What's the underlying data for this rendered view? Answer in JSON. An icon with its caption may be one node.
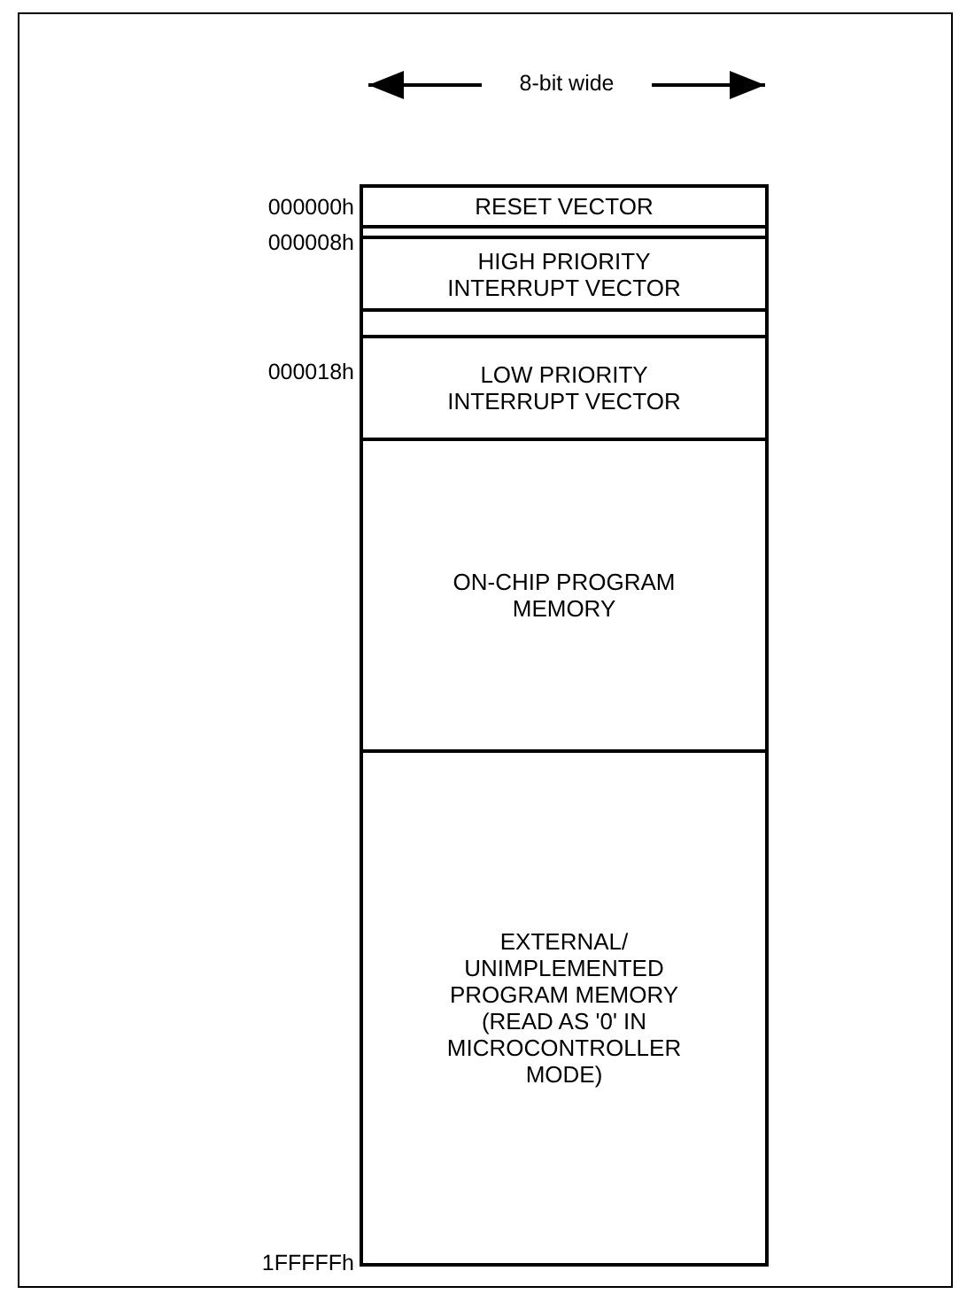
{
  "diagram": {
    "nodes": [
      {
        "text": [
          "RESET VECTOR"
        ]
      },
      {
        "text": [],
        "shape": "box"
      },
      {
        "text": [
          "HIGH PRIORITY INTERRUPT VECTOR"
        ]
      },
      {
        "text": [],
        "shape": "box"
      },
      {
        "text": [
          "LOW PRIORITY INTERRUPT VECTOR"
        ]
      },
      {
        "text": [
          "ON-CHIP PROGRAM MEMORY"
        ]
      },
      {
        "text": [
          "EXTERNAL/ UNIMPLEMENTED PROGRAM MEMORY (READ AS '0' IN MICROCONTROLLER MODE)"
        ]
      }
    ],
    "labels": [
      "8-bit wide",
      "000000h",
      "000008h",
      "000018h",
      "1FFFFFh"
    ]
  }
}
